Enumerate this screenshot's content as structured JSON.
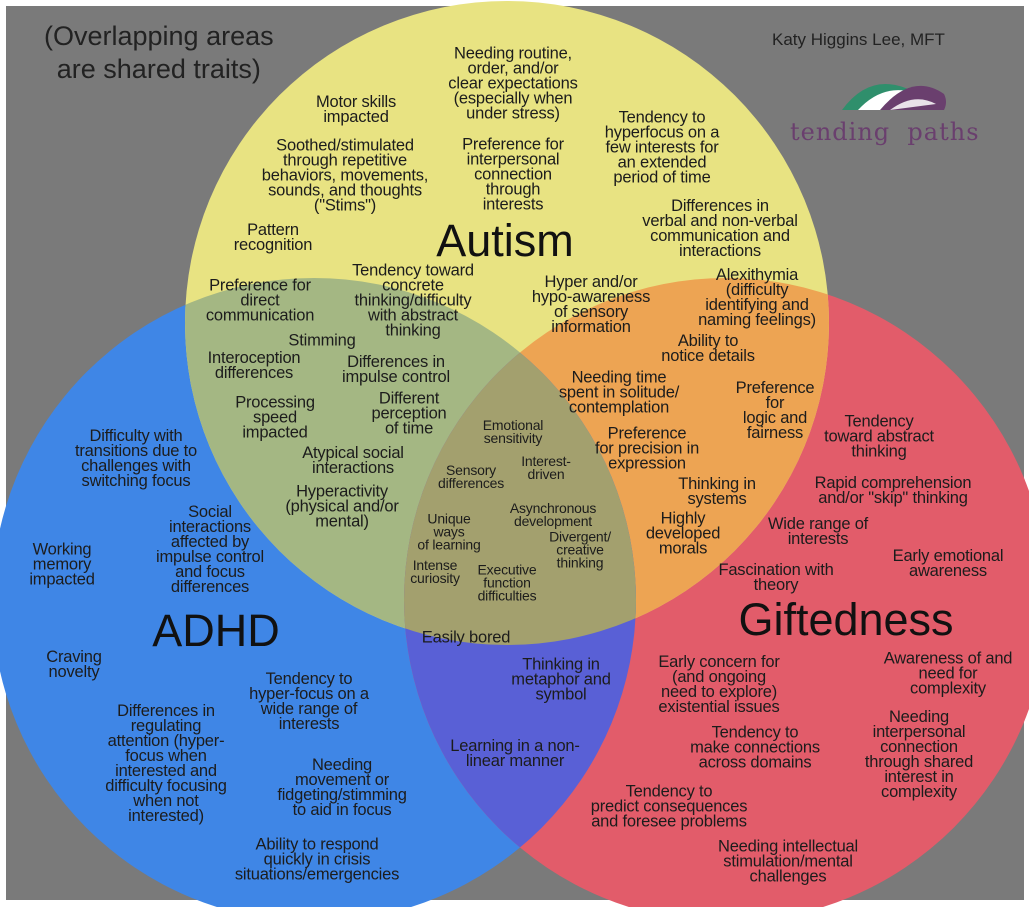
{
  "note": "(Overlapping areas\nare shared traits)",
  "author": "Katy Higgins Lee, MFT",
  "brand": "tending  paths",
  "colors": {
    "background": "#7a7a7a",
    "autism": "#e8e382",
    "adhd": "#3f86e6",
    "giftedness": "#e25c6a",
    "autism_adhd": "#a4b783",
    "autism_giftedness": "#eda453",
    "adhd_giftedness": "#5960d6",
    "all_three": "#a3a06e",
    "logo_teal": "#2f8f6c",
    "logo_purple": "#6a3f6e"
  },
  "sets": {
    "autism": "Autism",
    "adhd": "ADHD",
    "giftedness": "Giftedness"
  },
  "traits": {
    "autism_only": [
      "Motor skills\nimpacted",
      "Needing routine,\norder, and/or\nclear expectations\n(especially when\nunder stress)",
      "Tendency to\nhyperfocus on a\nfew interests for\nan extended\nperiod of time",
      "Soothed/stimulated\nthrough repetitive\nbehaviors, movements,\nsounds, and thoughts\n(\"Stims\")",
      "Preference for\ninterpersonal\nconnection\nthrough\ninterests",
      "Differences in\nverbal and non-verbal\ncommunication and\ninteractions",
      "Pattern\nrecognition",
      "Tendency toward\nconcrete\nthinking/difficulty\nwith abstract\nthinking",
      "Hyper and/or\nhypo-awareness\nof sensory\ninformation",
      "Alexithymia\n(difficulty\nidentifying and\nnaming feelings)",
      "Preference for\ndirect\ncommunication"
    ],
    "autism_adhd": [
      "Stimming",
      "Interoception\ndifferences",
      "Differences in\nimpulse control",
      "Processing\nspeed\nimpacted",
      "Different\nperception\nof time",
      "Atypical social\ninteractions",
      "Hyperactivity\n(physical and/or\nmental)"
    ],
    "autism_giftedness": [
      "Ability to\nnotice details",
      "Needing time\nspent in solitude/\ncontemplation",
      "Preference\nfor\nlogic and\nfairness",
      "Preference\nfor precision in\nexpression",
      "Thinking in\nsystems",
      "Highly\ndeveloped\nmorals"
    ],
    "all_three": [
      "Emotional\nsensitivity",
      "Sensory\ndifferences",
      "Interest-\ndriven",
      "Asynchronous\ndevelopment",
      "Unique\nways\nof learning",
      "Divergent/\ncreative\nthinking",
      "Intense\ncuriosity",
      "Executive\nfunction\ndifficulties"
    ],
    "adhd_only": [
      "Difficulty with\ntransitions due to\nchallenges with\nswitching focus",
      "Social\ninteractions\naffected by\nimpulse control\nand focus\ndifferences",
      "Working\nmemory\nimpacted",
      "Craving\nnovelty",
      "Tendency to\nhyper-focus on a\nwide range of\ninterests",
      "Differences in\nregulating\nattention (hyper-\nfocus when\ninterested and\ndifficulty focusing\nwhen not\ninterested)",
      "Needing\nmovement or\nfidgeting/stimming\nto aid in focus",
      "Ability to respond\nquickly in crisis\nsituations/emergencies"
    ],
    "adhd_giftedness": [
      "Easily bored",
      "Thinking in\nmetaphor and\nsymbol",
      "Learning in a non-\nlinear manner"
    ],
    "giftedness_only": [
      "Tendency\ntoward abstract\nthinking",
      "Rapid comprehension\nand/or \"skip\" thinking",
      "Wide range of\ninterests",
      "Early emotional\nawareness",
      "Fascination with\ntheory",
      "Early concern for\n(and ongoing\nneed to explore)\nexistential issues",
      "Awareness of and\nneed for\ncomplexity",
      "Tendency to\nmake connections\nacross domains",
      "Needing\ninterpersonal\nconnection\nthrough shared\ninterest in\ncomplexity",
      "Tendency to\npredict consequences\nand foresee problems",
      "Needing intellectual\nstimulation/mental\nchallenges"
    ]
  }
}
